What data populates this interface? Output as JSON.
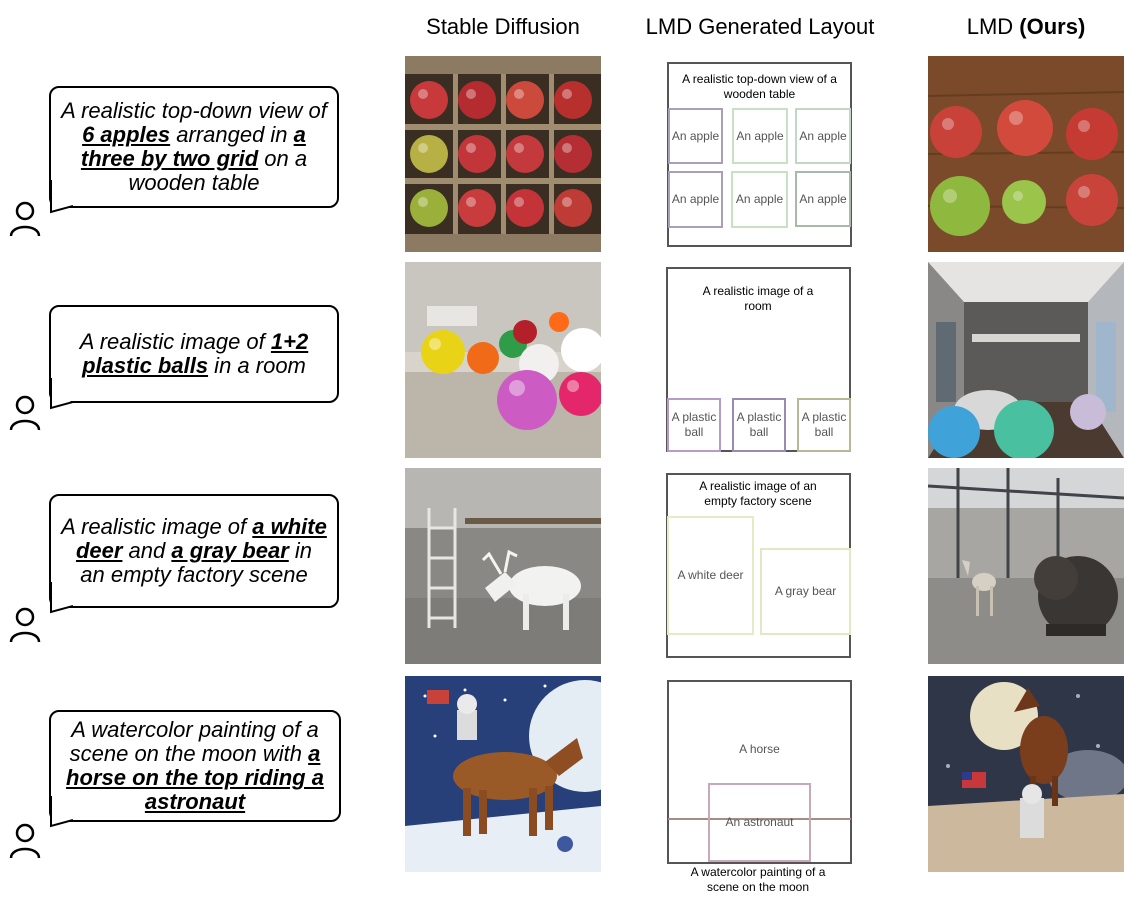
{
  "columns": {
    "sd": "Stable Diffusion",
    "layout": "LMD Generated Layout",
    "ours_prefix": "LMD ",
    "ours_bold": "(Ours)"
  },
  "rows": [
    {
      "prompt": [
        {
          "t": "A realistic top-down view of ",
          "em": false
        },
        {
          "t": "6 apples",
          "em": true
        },
        {
          "t": " arranged in ",
          "em": false
        },
        {
          "t": "a three by two grid",
          "em": true
        },
        {
          "t": " on a wooden table",
          "em": false
        }
      ],
      "layout_caption": "A realistic top-down view of a wooden table",
      "boxes": [
        "An apple",
        "An apple",
        "An apple",
        "An apple",
        "An apple",
        "An apple"
      ]
    },
    {
      "prompt": [
        {
          "t": "A realistic image of ",
          "em": false
        },
        {
          "t": "1+2 plastic balls",
          "em": true
        },
        {
          "t": " in a room",
          "em": false
        }
      ],
      "layout_caption": "A realistic image of a room",
      "boxes": [
        "A plastic ball",
        "A plastic ball",
        "A plastic ball"
      ]
    },
    {
      "prompt": [
        {
          "t": "A realistic image of ",
          "em": false
        },
        {
          "t": "a white deer",
          "em": true
        },
        {
          "t": " and ",
          "em": false
        },
        {
          "t": "a gray bear",
          "em": true
        },
        {
          "t": " in an empty factory scene",
          "em": false
        }
      ],
      "layout_caption": "A realistic image of an empty factory scene",
      "boxes": [
        "A white deer",
        "A gray bear"
      ]
    },
    {
      "prompt": [
        {
          "t": "A watercolor painting of a scene on the moon with ",
          "em": false
        },
        {
          "t": "a horse on the top riding a astronaut",
          "em": true
        }
      ],
      "layout_caption": "A watercolor painting of a scene on the moon",
      "boxes": [
        "A horse",
        "An astronaut"
      ]
    }
  ],
  "colors": {
    "apple_box": [
      "#a7a0b8",
      "#c9e0c4",
      "#c4d6c4",
      "#a7a0b8",
      "#c9e0c4",
      "#a8b8ac"
    ],
    "ball_box": [
      "#b89ac7",
      "#9a8ab0",
      "#b8b896"
    ],
    "deer_box": "#e4ecc4",
    "bear_box": "#dfeac4",
    "horse_box": "#a58c84",
    "astro_box": "#c9a8b8"
  }
}
